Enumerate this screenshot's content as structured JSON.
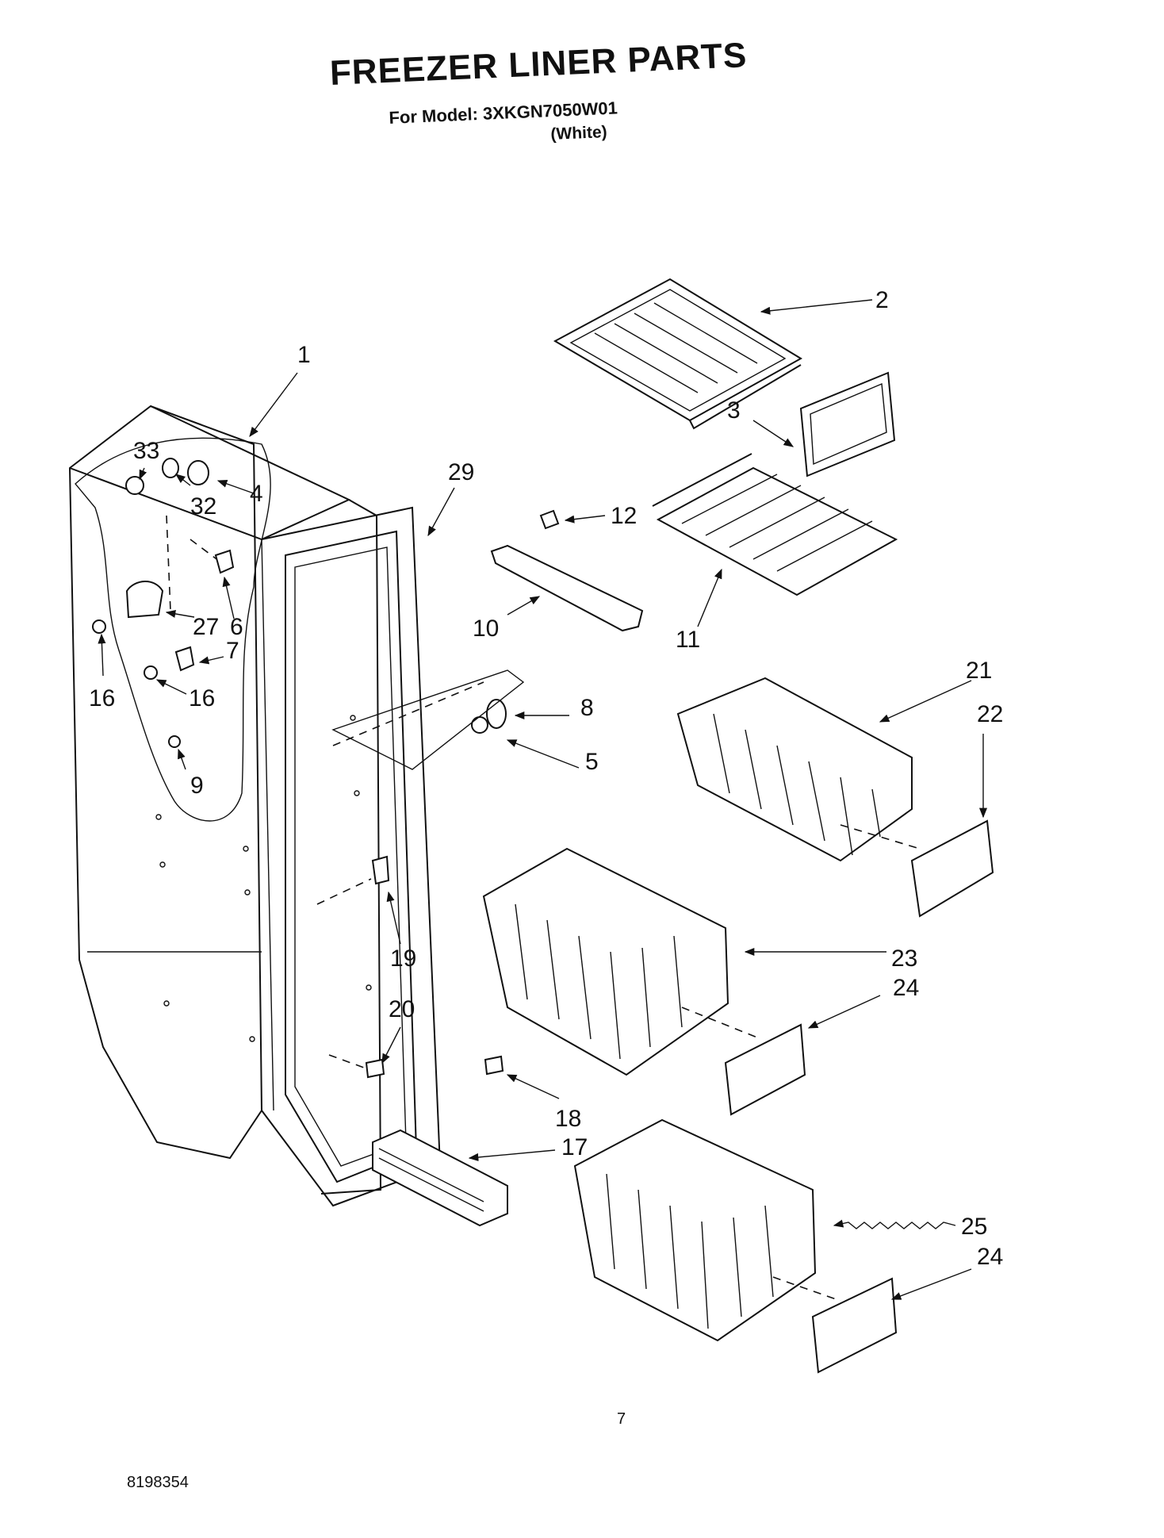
{
  "header": {
    "title": "FREEZER LINER PARTS",
    "model_line": "For Model: 3XKGN7050W01",
    "color_variant": "(White)"
  },
  "callouts": {
    "c1": "1",
    "c2": "2",
    "c3": "3",
    "c4": "4",
    "c5": "5",
    "c6": "6",
    "c7": "7",
    "c8": "8",
    "c9": "9",
    "c10": "10",
    "c11": "11",
    "c12": "12",
    "c16a": "16",
    "c16b": "16",
    "c17": "17",
    "c18": "18",
    "c19": "19",
    "c20": "20",
    "c21": "21",
    "c22": "22",
    "c23": "23",
    "c24a": "24",
    "c24b": "24",
    "c25": "25",
    "c27": "27",
    "c29": "29",
    "c32": "32",
    "c33": "33"
  },
  "footer": {
    "page_number": "7",
    "doc_number": "8198354"
  }
}
